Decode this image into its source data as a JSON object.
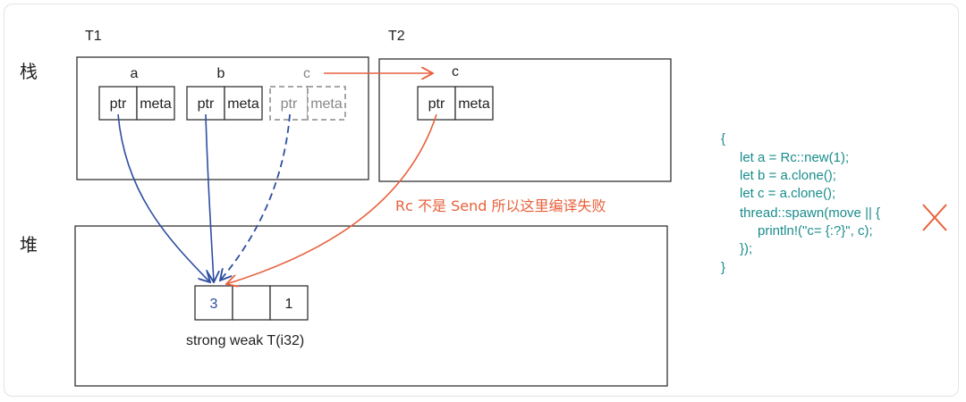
{
  "sections": {
    "stack": "栈",
    "heap": "堆"
  },
  "threads": {
    "t1": "T1",
    "t2": "T2"
  },
  "vars": {
    "a": "a",
    "b": "b",
    "c": "c",
    "c2": "c"
  },
  "fields": {
    "ptr": "ptr",
    "meta": "meta"
  },
  "heap_cells": {
    "strong": "3",
    "weak": "",
    "value": "1"
  },
  "heap_caption": "strong weak T(i32)",
  "error_note": "Rc 不是 Send 所以这里编译失败",
  "code_lines": [
    "{",
    "let a = Rc::new(1);",
    "let b = a.clone();",
    "let c = a.clone();",
    "thread::spawn(move || {",
    "println!(\"c= {:?}\", c);",
    "});",
    "}"
  ],
  "colors": {
    "blue": "#2e4ea1",
    "orange": "#e8613c",
    "teal": "#1a8c8c",
    "gray": "#888888",
    "line": "#333333"
  }
}
